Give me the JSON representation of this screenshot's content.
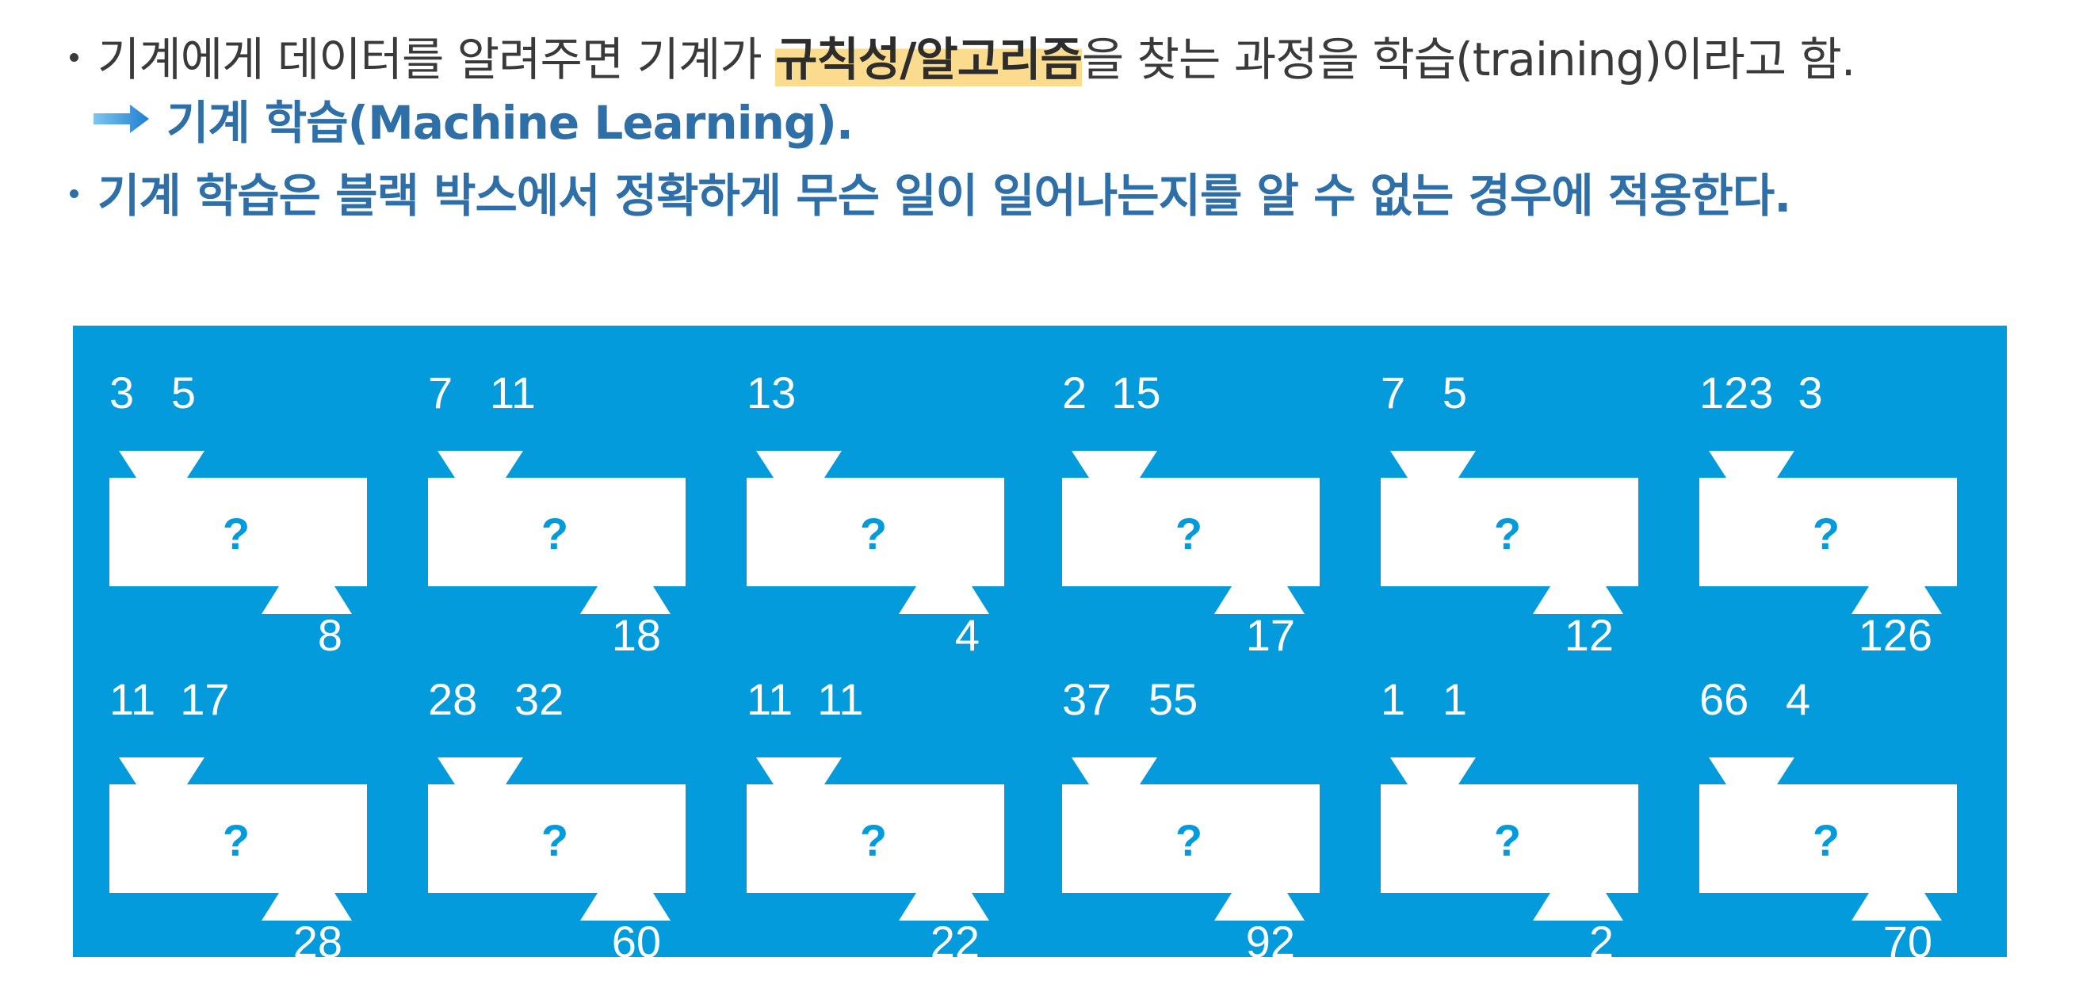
{
  "text": {
    "line1_before": "기계에게 데이터를 알려주면 기계가 ",
    "line1_highlight": "규칙성/알고리즘",
    "line1_after": "을 찾는 과정을 학습(training)이라고 함.",
    "line2": "기계 학습(Machine Learning).",
    "line3": "기계 학습은 블랙 박스에서 정확하게 무슨 일이 일어나는지를 알 수 없는 경우에 적용한다."
  },
  "colors": {
    "panel": "#039bdb",
    "highlight": "#fbdc8f",
    "blue_text": "#2f6fa7"
  },
  "boxes": [
    {
      "inputs": "3   5",
      "q": "?",
      "output": "8"
    },
    {
      "inputs": "7   11",
      "q": "?",
      "output": "18"
    },
    {
      "inputs": "13",
      "q": "?",
      "output": "4"
    },
    {
      "inputs": "2  15",
      "q": "?",
      "output": "17"
    },
    {
      "inputs": "7   5",
      "q": "?",
      "output": "12"
    },
    {
      "inputs": "123  3",
      "q": "?",
      "output": "126"
    },
    {
      "inputs": "11  17",
      "q": "?",
      "output": "28"
    },
    {
      "inputs": "28   32",
      "q": "?",
      "output": "60"
    },
    {
      "inputs": "11  11",
      "q": "?",
      "output": "22"
    },
    {
      "inputs": "37   55",
      "q": "?",
      "output": "92"
    },
    {
      "inputs": "1   1",
      "q": "?",
      "output": "2"
    },
    {
      "inputs": "66   4",
      "q": "?",
      "output": "70"
    }
  ]
}
